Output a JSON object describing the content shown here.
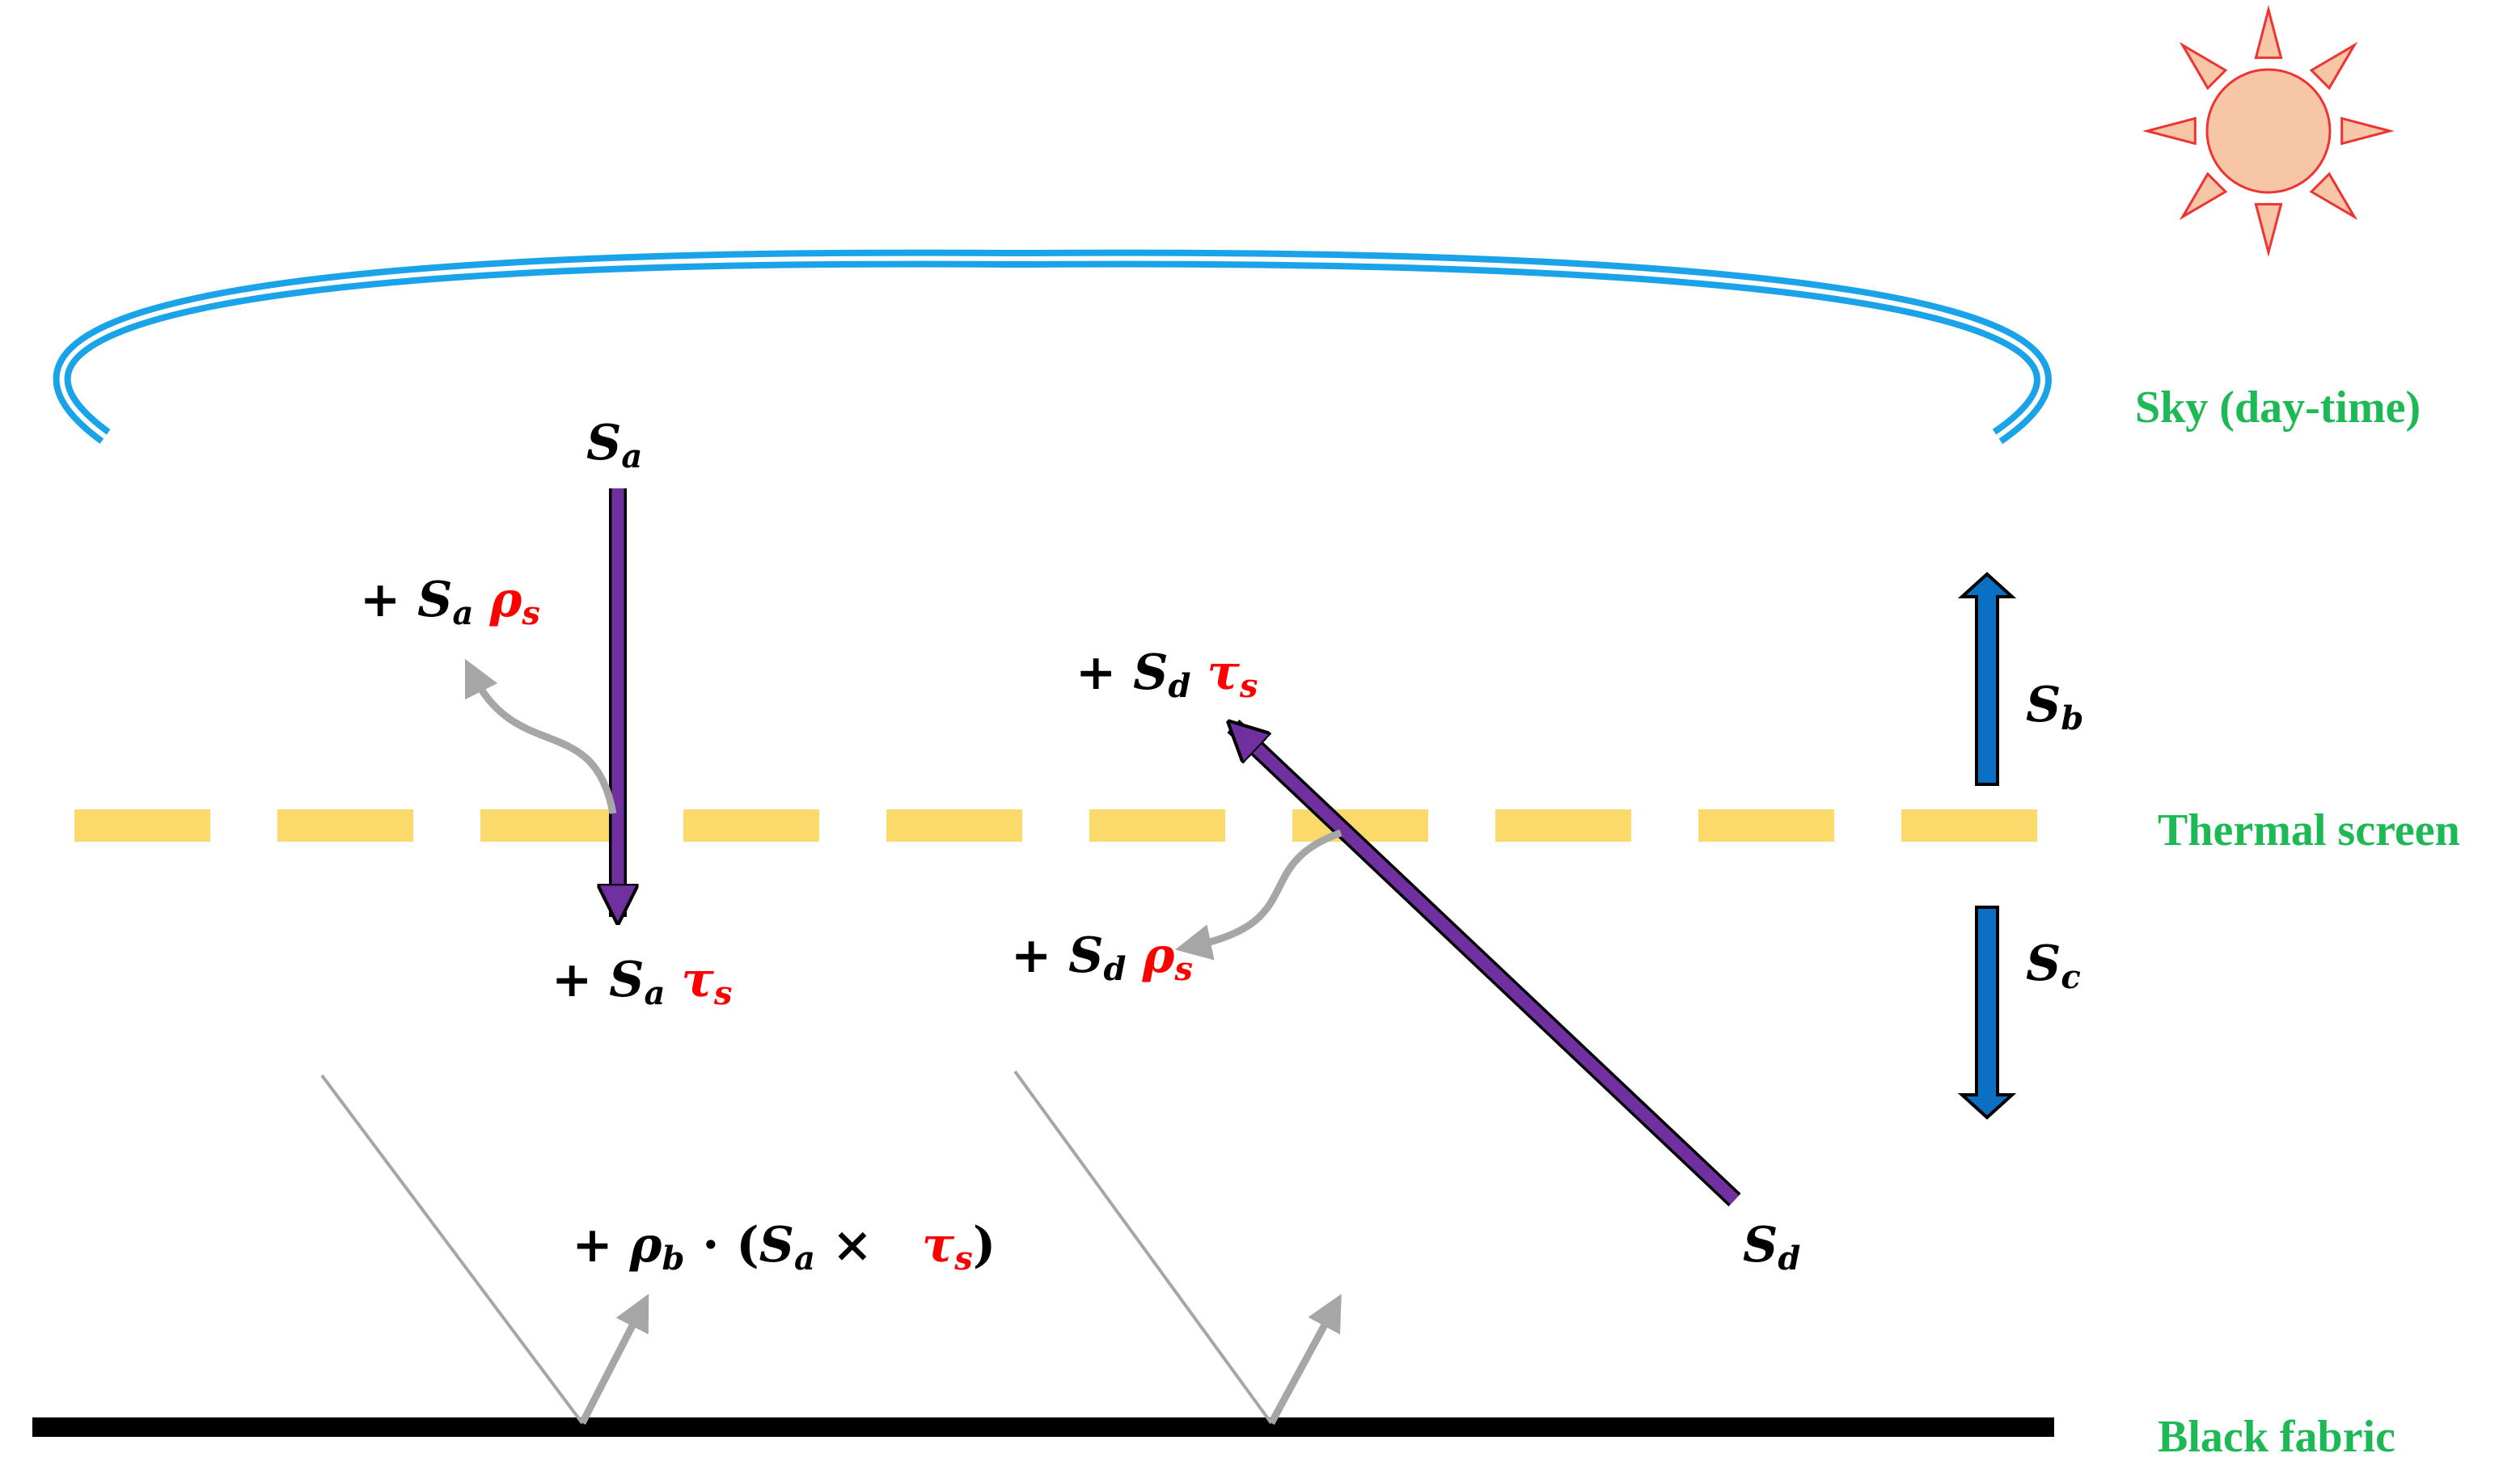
{
  "colors": {
    "sky_arc": "#1aa3e8",
    "sun_fill": "#f7c6a6",
    "sun_stroke": "#ee3333",
    "screen_dash": "#fcd96b",
    "purple_ray": "#7030a0",
    "blue_arrow": "#0b6fc4",
    "gray_arrow": "#a6a6a6",
    "ground": "#000000",
    "label_green": "#1db954",
    "coef_red": "#ff0000"
  },
  "layers": {
    "sky": "Sky (day-time)",
    "screen": "Thermal screen",
    "ground": "Black fabric"
  },
  "symbols": {
    "S": "S",
    "a": "a",
    "b": "b",
    "c": "c",
    "d": "d",
    "rho": "ρ",
    "tau": "τ",
    "s": "s",
    "plus": "+ ",
    "dot": "· (",
    "times": " × ",
    "close": ")"
  }
}
